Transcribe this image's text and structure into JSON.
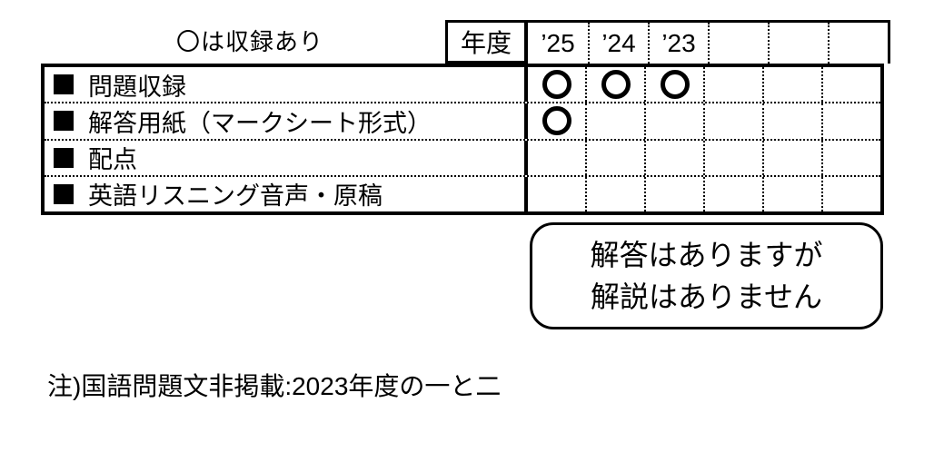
{
  "page": {
    "background_color": "#ffffff",
    "ink_color": "#000000"
  },
  "legend": {
    "text": "〇は収録あり"
  },
  "table": {
    "corner_label": "年度",
    "year_columns": [
      "’25",
      "’24",
      "’23",
      "",
      "",
      ""
    ],
    "rows": [
      {
        "label": "問題収録",
        "marks": [
          true,
          true,
          true,
          false,
          false,
          false
        ]
      },
      {
        "label": "解答用紙（マークシート形式）",
        "marks": [
          true,
          false,
          false,
          false,
          false,
          false
        ]
      },
      {
        "label": "配点",
        "marks": [
          false,
          false,
          false,
          false,
          false,
          false
        ]
      },
      {
        "label": "英語リスニング音声・原稿",
        "marks": [
          false,
          false,
          false,
          false,
          false,
          false
        ]
      }
    ]
  },
  "callout": {
    "line1": "解答はありますが",
    "line2": "解説はありません"
  },
  "note": {
    "text": "注)国語問題文非掲載:2023年度の一と二"
  }
}
